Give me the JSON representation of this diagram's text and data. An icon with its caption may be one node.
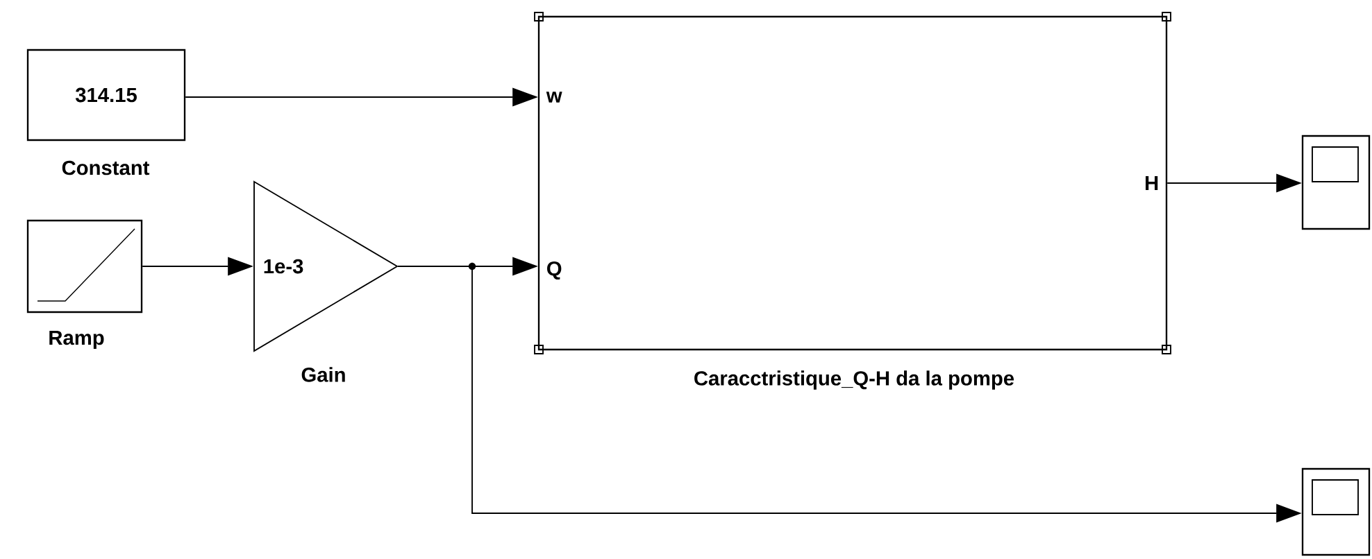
{
  "diagram": {
    "nodes": [
      {
        "text": [
          "314.15"
        ],
        "beside": [
          "Constant"
        ]
      },
      {
        "text": [],
        "shape": "picture",
        "beside": [
          "Ramp"
        ]
      },
      {
        "text": [
          "1e-3"
        ],
        "beside": [
          "Gain"
        ]
      },
      {
        "text": [
          "w",
          "Q",
          "H"
        ],
        "beside": [
          "Caracctristique_Q-H da la pompe"
        ]
      },
      {
        "text": [],
        "shape": "box"
      },
      {
        "text": [],
        "shape": "box"
      }
    ],
    "edges": [
      {
        "from": 0,
        "to": 3,
        "arrow": "to"
      },
      {
        "from": 1,
        "to": 2,
        "arrow": "to"
      },
      {
        "from": 2,
        "to": 3,
        "arrow": "to"
      },
      {
        "from": 3,
        "to": 4,
        "arrow": "to"
      },
      {
        "from": 2,
        "to": 5,
        "arrow": "to"
      }
    ]
  }
}
